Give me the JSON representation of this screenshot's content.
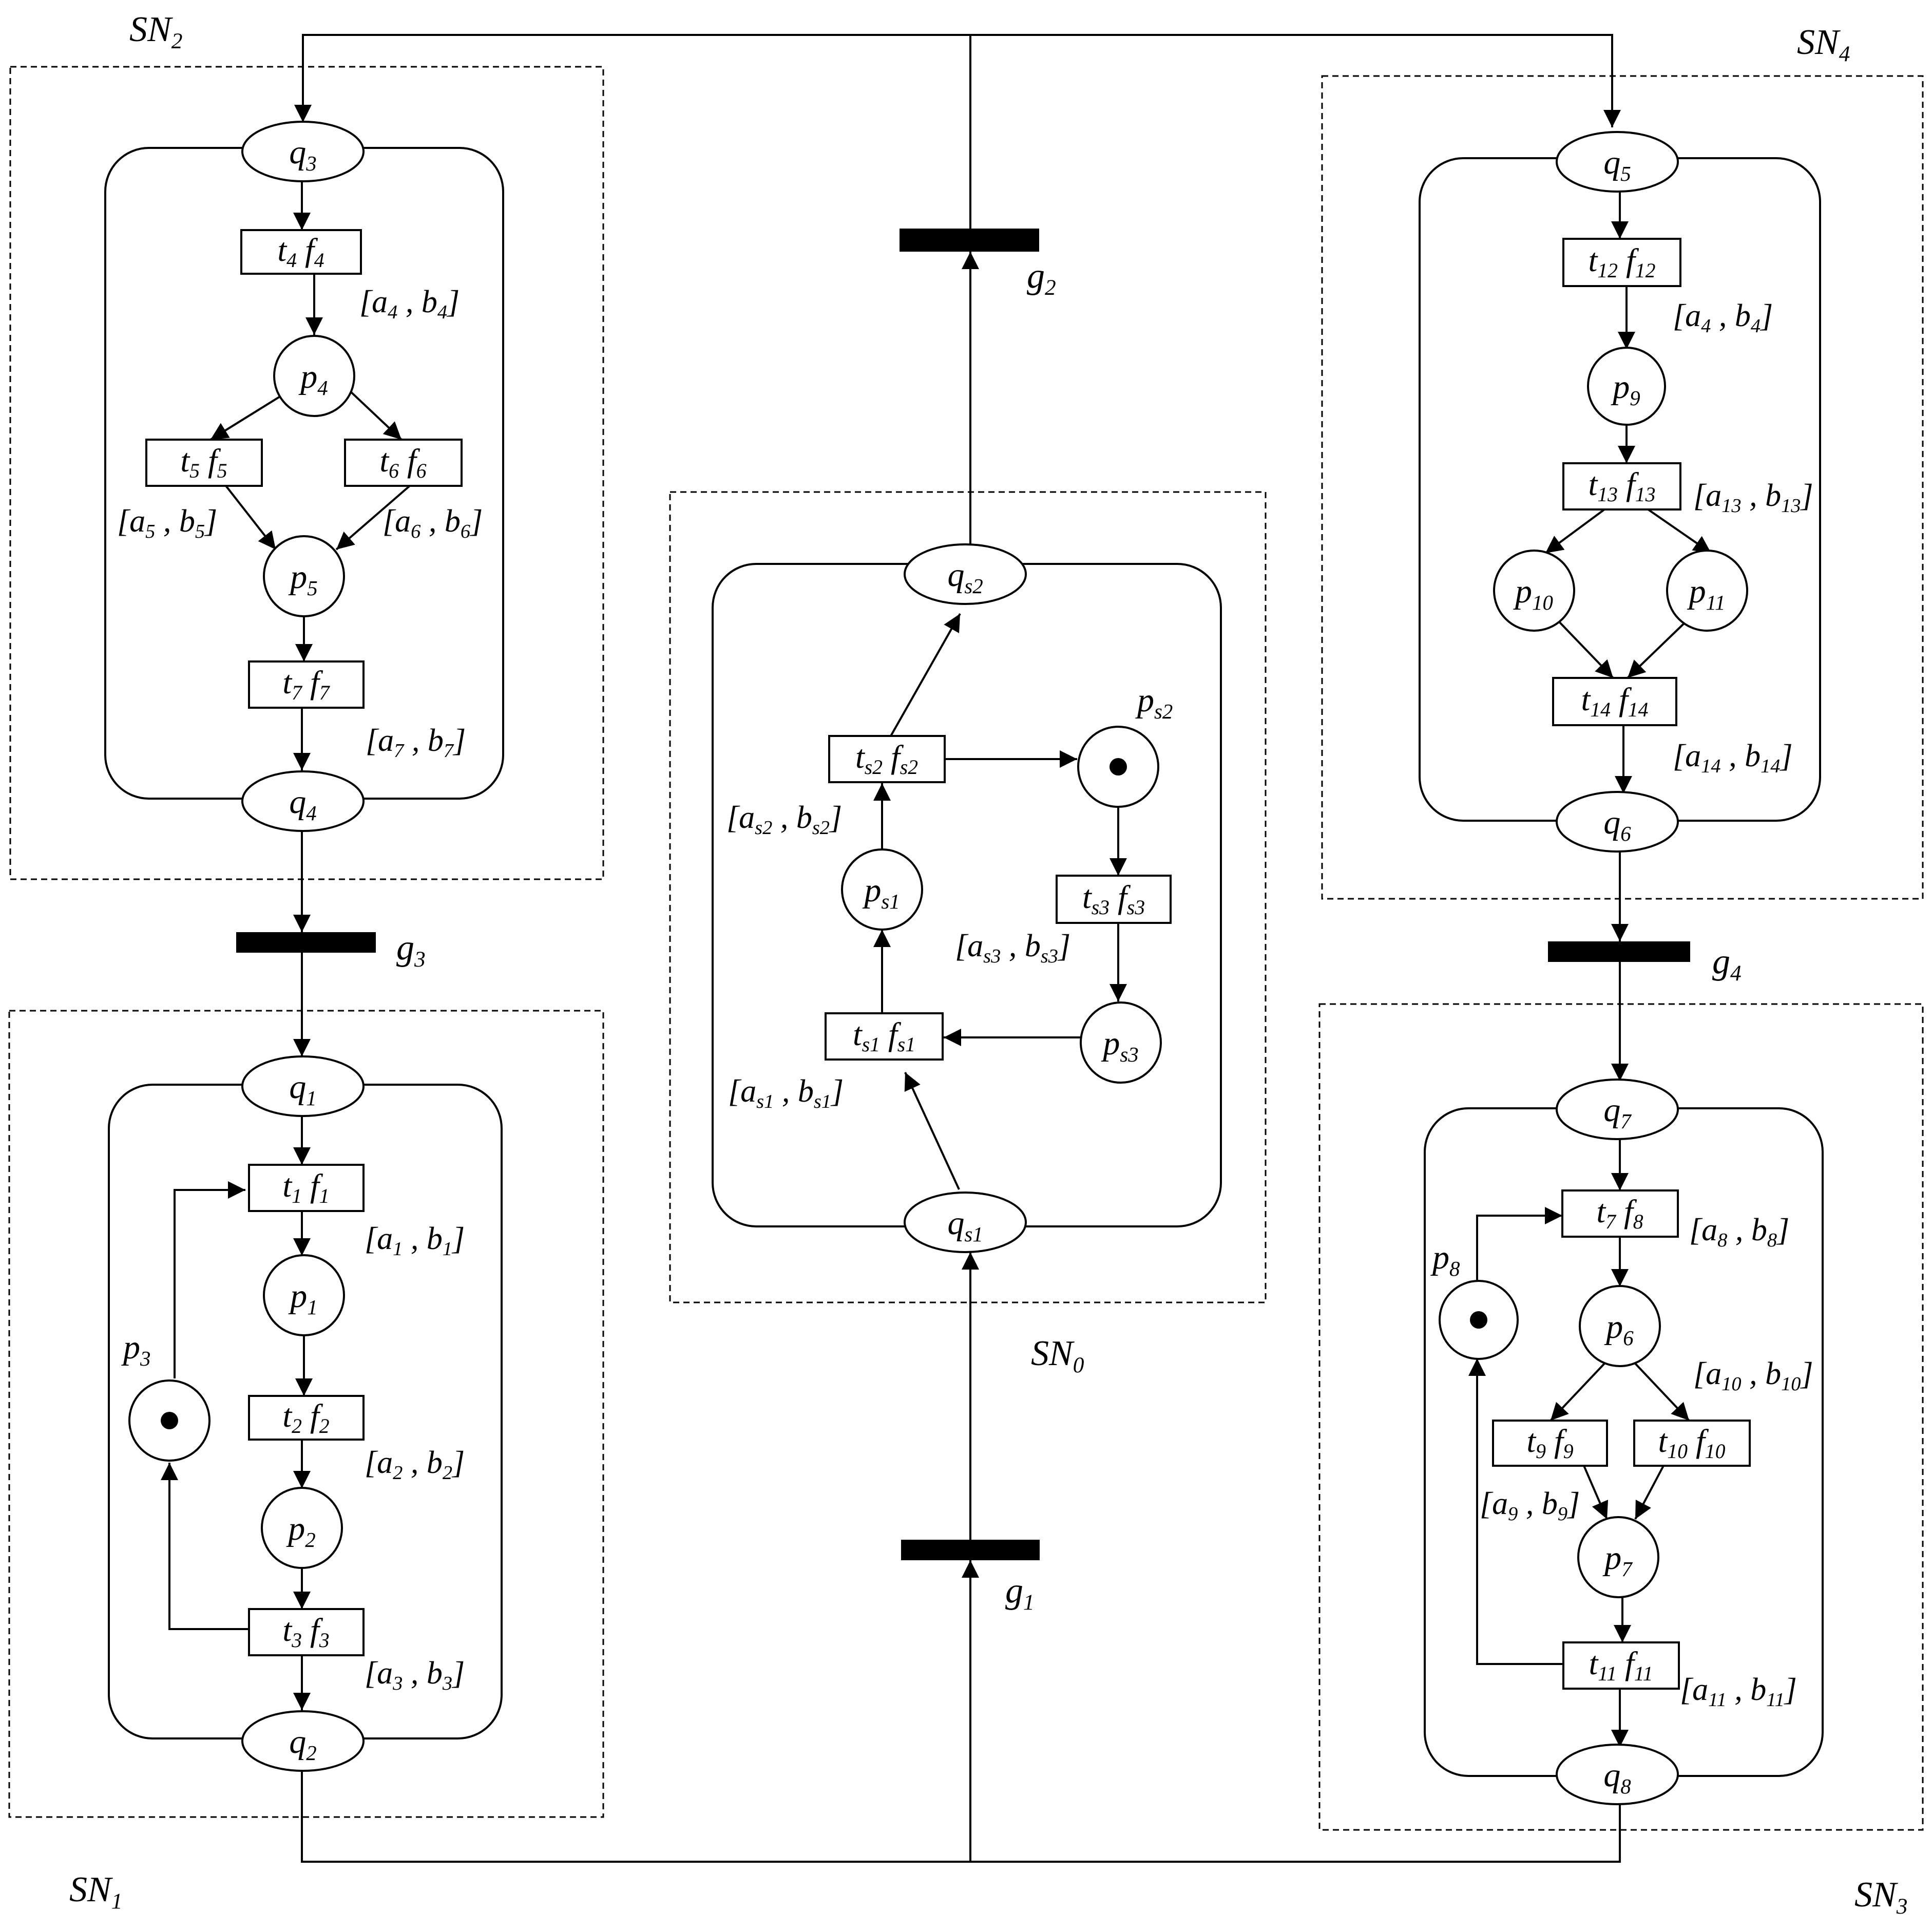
{
  "subnets": {
    "sn0": {
      "name": "SN",
      "sub": "0"
    },
    "sn1": {
      "name": "SN",
      "sub": "1"
    },
    "sn2": {
      "name": "SN",
      "sub": "2"
    },
    "sn3": {
      "name": "SN",
      "sub": "3"
    },
    "sn4": {
      "name": "SN",
      "sub": "4"
    }
  },
  "gates": {
    "g1": {
      "name": "g",
      "sub": "1"
    },
    "g2": {
      "name": "g",
      "sub": "2"
    },
    "g3": {
      "name": "g",
      "sub": "3"
    },
    "g4": {
      "name": "g",
      "sub": "4"
    }
  },
  "places": {
    "q1": {
      "name": "q",
      "sub": "1"
    },
    "q2": {
      "name": "q",
      "sub": "2"
    },
    "q3": {
      "name": "q",
      "sub": "3"
    },
    "q4": {
      "name": "q",
      "sub": "4"
    },
    "q5": {
      "name": "q",
      "sub": "5"
    },
    "q6": {
      "name": "q",
      "sub": "6"
    },
    "q7": {
      "name": "q",
      "sub": "7"
    },
    "q8": {
      "name": "q",
      "sub": "8"
    },
    "qs1": {
      "name": "q",
      "sub": "s1"
    },
    "qs2": {
      "name": "q",
      "sub": "s2"
    },
    "p1": {
      "name": "p",
      "sub": "1"
    },
    "p2": {
      "name": "p",
      "sub": "2"
    },
    "p3": {
      "name": "p",
      "sub": "3"
    },
    "p4": {
      "name": "p",
      "sub": "4"
    },
    "p5": {
      "name": "p",
      "sub": "5"
    },
    "p6": {
      "name": "p",
      "sub": "6"
    },
    "p7": {
      "name": "p",
      "sub": "7"
    },
    "p8": {
      "name": "p",
      "sub": "8"
    },
    "p9": {
      "name": "p",
      "sub": "9"
    },
    "p10": {
      "name": "p",
      "sub": "10"
    },
    "p11": {
      "name": "p",
      "sub": "11"
    },
    "ps1": {
      "name": "p",
      "sub": "s1"
    },
    "ps2": {
      "name": "p",
      "sub": "s2"
    },
    "ps3": {
      "name": "p",
      "sub": "s3"
    }
  },
  "transitions": {
    "t1": {
      "t": "1",
      "f": "1"
    },
    "t2": {
      "t": "2",
      "f": "2"
    },
    "t3": {
      "t": "3",
      "f": "3"
    },
    "t4": {
      "t": "4",
      "f": "4"
    },
    "t5": {
      "t": "5",
      "f": "5"
    },
    "t6": {
      "t": "6",
      "f": "6"
    },
    "t7a": {
      "t": "7",
      "f": "7"
    },
    "t7b": {
      "t": "7",
      "f": "8"
    },
    "t9": {
      "t": "9",
      "f": "9"
    },
    "t10": {
      "t": "10",
      "f": "10"
    },
    "t11": {
      "t": "11",
      "f": "11"
    },
    "t12": {
      "t": "12",
      "f": "12"
    },
    "t13": {
      "t": "13",
      "f": "13"
    },
    "t14": {
      "t": "14",
      "f": "14"
    },
    "ts1": {
      "t": "s1",
      "f": "s1"
    },
    "ts2": {
      "t": "s2",
      "f": "s2"
    },
    "ts3": {
      "t": "s3",
      "f": "s3"
    }
  },
  "intervals": {
    "i1": {
      "a": "1",
      "b": "1"
    },
    "i2": {
      "a": "2",
      "b": "2"
    },
    "i3": {
      "a": "3",
      "b": "3"
    },
    "i4": {
      "a": "4",
      "b": "4"
    },
    "i5": {
      "a": "5",
      "b": "5"
    },
    "i6": {
      "a": "6",
      "b": "6"
    },
    "i7": {
      "a": "7",
      "b": "7"
    },
    "i8": {
      "a": "8",
      "b": "8"
    },
    "i9": {
      "a": "9",
      "b": "9"
    },
    "i10": {
      "a": "10",
      "b": "10"
    },
    "i11": {
      "a": "11",
      "b": "11"
    },
    "i12": {
      "a": "4",
      "b": "4"
    },
    "i13": {
      "a": "13",
      "b": "13"
    },
    "i14": {
      "a": "14",
      "b": "14"
    },
    "is1": {
      "a": "s1",
      "b": "s1"
    },
    "is2": {
      "a": "s2",
      "b": "s2"
    },
    "is3": {
      "a": "s3",
      "b": "s3"
    }
  },
  "tokens": [
    "ps2",
    "p3",
    "p8"
  ]
}
